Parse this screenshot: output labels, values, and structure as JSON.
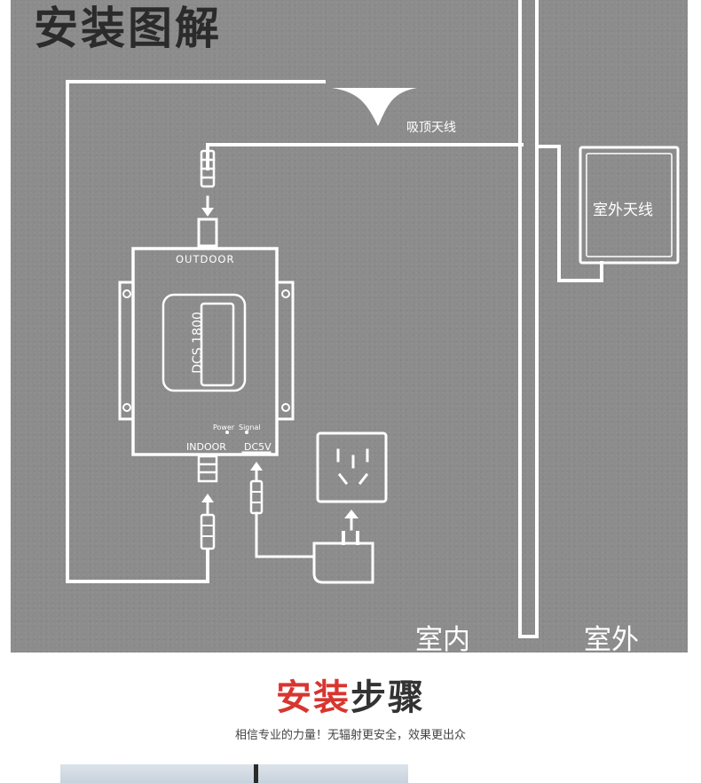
{
  "diagram": {
    "title": "安装图解",
    "labels": {
      "ceiling_antenna": "吸顶天线",
      "outdoor_antenna": "室外天线",
      "outdoor_port": "OUTDOOR",
      "indoor_port": "INDOOR",
      "dc_port": "DC5V",
      "power_led": "Power",
      "signal_led": "Signal",
      "model": "DCS 1800",
      "indoor_zone": "室内",
      "outdoor_zone": "室外"
    }
  },
  "steps_section": {
    "title_part_a": "安装",
    "title_part_b": "步骤",
    "subtitle": "相信专业的力量！无辐射更安全，效果更出众"
  },
  "colors": {
    "board_bg": "#8c8c8c",
    "line": "#ffffff",
    "title_red": "#d8352f",
    "title_dark": "#333333"
  }
}
